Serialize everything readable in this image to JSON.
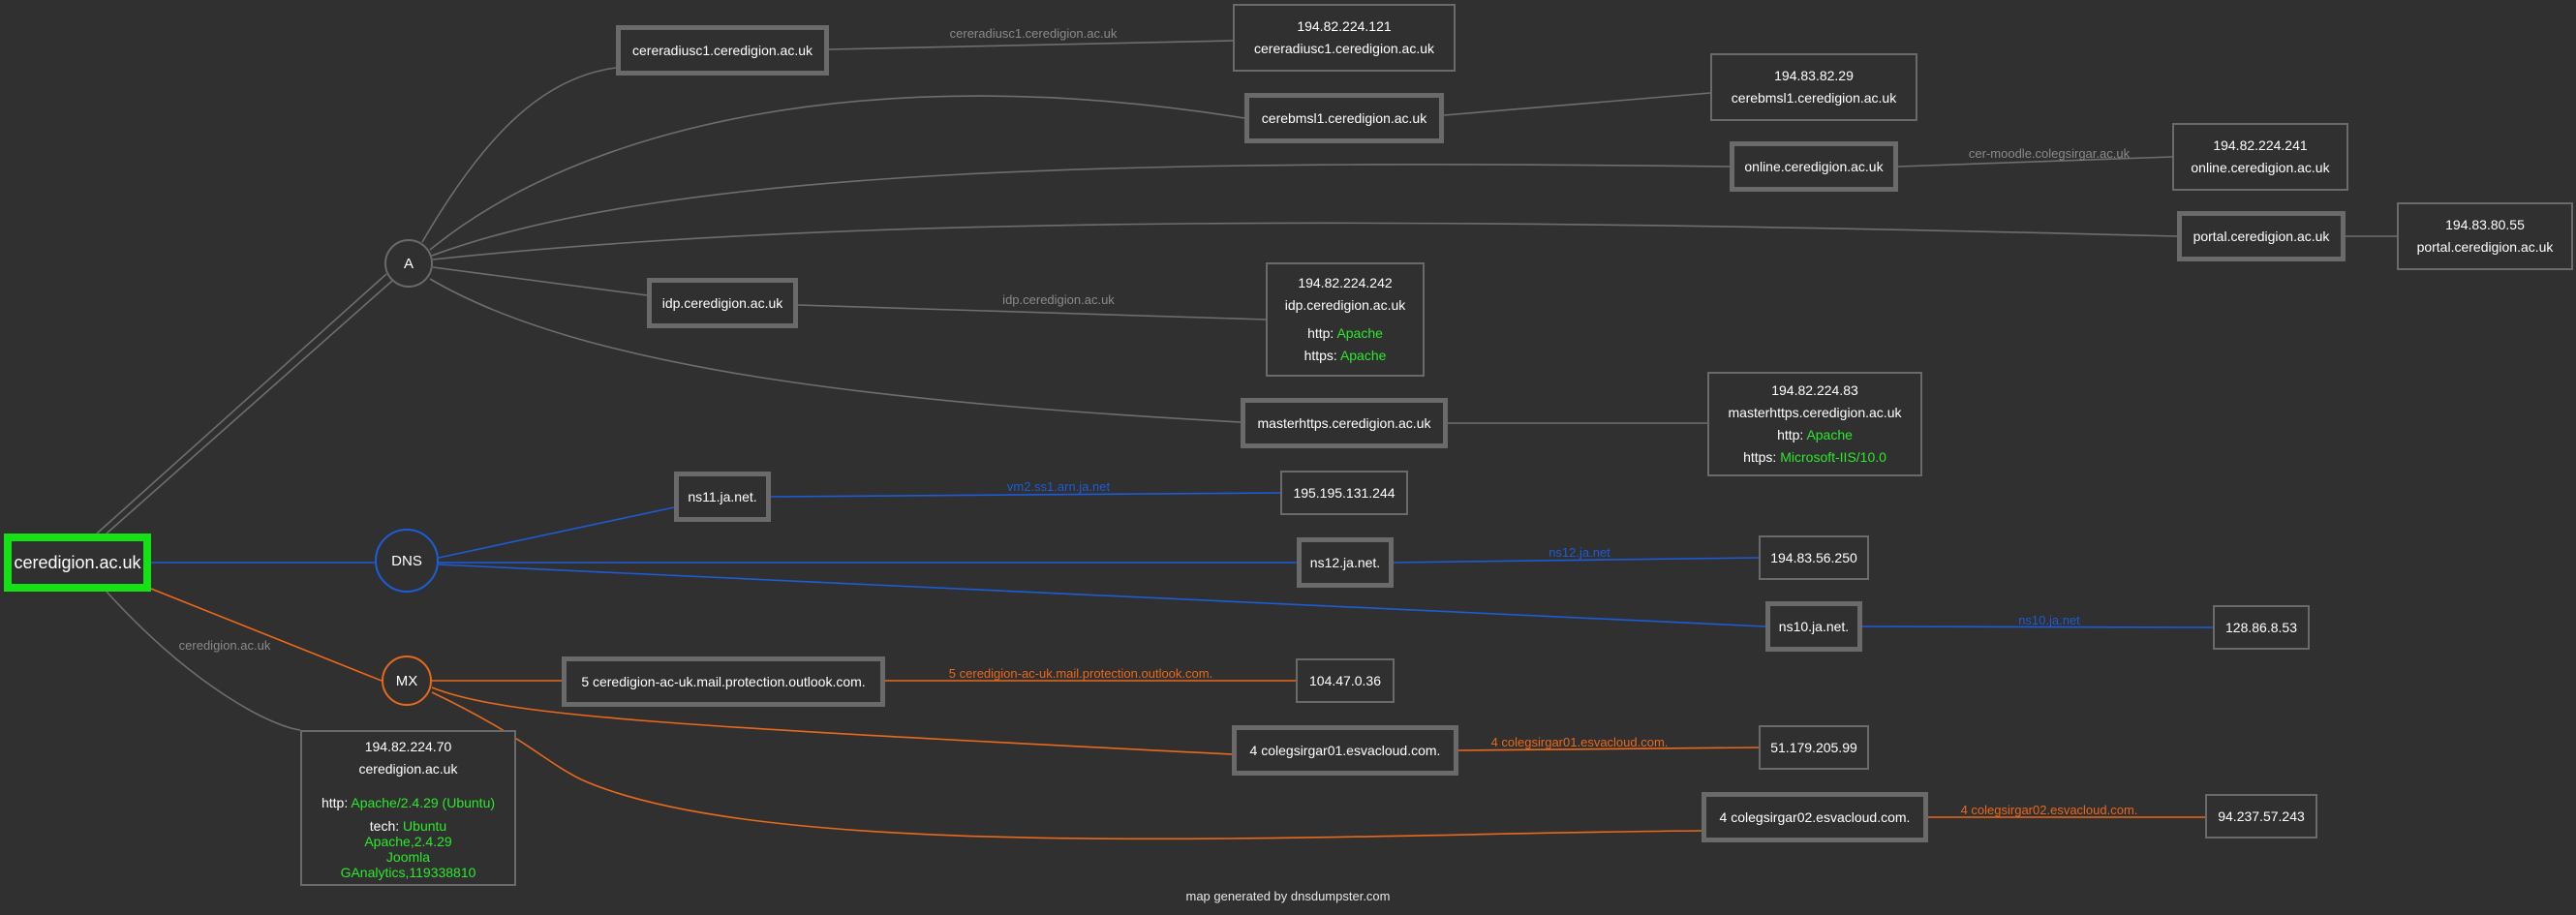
{
  "domain": "ceredigion.ac.uk",
  "record_types": {
    "a": "A",
    "dns": "DNS",
    "mx": "MX"
  },
  "root_edge_label": "ceredigion.ac.uk",
  "root_info": {
    "ip": "194.82.224.70",
    "host": "ceredigion.ac.uk",
    "http_label": "http:",
    "http_value": "Apache/2.4.29 (Ubuntu)",
    "tech_label": "tech:",
    "tech_values": [
      "Ubuntu",
      "Apache,2.4.29",
      "Joomla",
      "GAnalytics,119338810"
    ]
  },
  "a_records": [
    {
      "host": "cereradiusc1.ceredigion.ac.uk",
      "edge_label": "cereradiusc1.ceredigion.ac.uk",
      "ip": "194.82.224.121",
      "rdns": "cereradiusc1.ceredigion.ac.uk"
    },
    {
      "host": "cerebmsl1.ceredigion.ac.uk",
      "edge_label": "",
      "ip": "194.83.82.29",
      "rdns": "cerebmsl1.ceredigion.ac.uk"
    },
    {
      "host": "online.ceredigion.ac.uk",
      "edge_label": "cer-moodle.colegsirgar.ac.uk",
      "ip": "194.82.224.241",
      "rdns": "online.ceredigion.ac.uk"
    },
    {
      "host": "portal.ceredigion.ac.uk",
      "edge_label": "",
      "ip": "194.83.80.55",
      "rdns": "portal.ceredigion.ac.uk"
    },
    {
      "host": "idp.ceredigion.ac.uk",
      "edge_label": "idp.ceredigion.ac.uk",
      "ip": "194.82.224.242",
      "rdns": "idp.ceredigion.ac.uk",
      "http_label": "http:",
      "http": "Apache",
      "https_label": "https:",
      "https": "Apache"
    },
    {
      "host": "masterhttps.ceredigion.ac.uk",
      "edge_label": "",
      "ip": "194.82.224.83",
      "rdns": "masterhttps.ceredigion.ac.uk",
      "http_label": "http:",
      "http": "Apache",
      "https_label": "https:",
      "https": "Microsoft-IIS/10.0"
    }
  ],
  "ns_records": [
    {
      "host": "ns11.ja.net.",
      "edge_label": "vm2.ss1.arn.ja.net",
      "ip": "195.195.131.244"
    },
    {
      "host": "ns12.ja.net.",
      "edge_label": "ns12.ja.net",
      "ip": "194.83.56.250"
    },
    {
      "host": "ns10.ja.net.",
      "edge_label": "ns10.ja.net",
      "ip": "128.86.8.53"
    }
  ],
  "mx_records": [
    {
      "host": "5 ceredigion-ac-uk.mail.protection.outlook.com.",
      "edge_label": "5 ceredigion-ac-uk.mail.protection.outlook.com.",
      "ip": "104.47.0.36"
    },
    {
      "host": "4 colegsirgar01.esvacloud.com.",
      "edge_label": "4 colegsirgar01.esvacloud.com.",
      "ip": "51.179.205.99"
    },
    {
      "host": "4 colegsirgar02.esvacloud.com.",
      "edge_label": "4 colegsirgar02.esvacloud.com.",
      "ip": "94.237.57.243"
    }
  ],
  "footer": "map generated by dnsdumpster.com",
  "colors": {
    "background": "#303030",
    "node_border": "#6a6a6a",
    "root_border": "#15e215",
    "a_edge": "#6e6e6e",
    "dns_edge": "#1e5bd6",
    "mx_edge": "#e8691c",
    "tech_text": "#2de82d"
  }
}
